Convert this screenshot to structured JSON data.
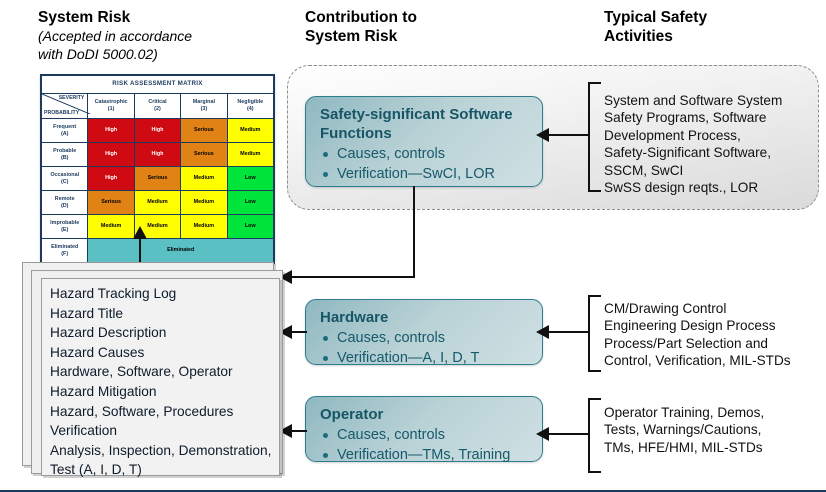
{
  "headings": {
    "system_risk": "System Risk",
    "system_risk_sub": "(Accepted in accordance\nwith DoDI 5000.02)",
    "contribution": "Contribution to\nSystem Risk",
    "typical": "Typical Safety\nActivities"
  },
  "matrix": {
    "title": "RISK ASSESSMENT MATRIX",
    "axis_severity": "SEVERITY",
    "axis_probability": "PROBABILITY",
    "columns": [
      "Catastrophic\n(1)",
      "Critical\n(2)",
      "Marginal\n(3)",
      "Negligible\n(4)"
    ],
    "rows": [
      {
        "label": "Frequent\n(A)",
        "cells": [
          "High",
          "High",
          "Serious",
          "Medium"
        ]
      },
      {
        "label": "Probable\n(B)",
        "cells": [
          "High",
          "High",
          "Serious",
          "Medium"
        ]
      },
      {
        "label": "Occasional\n(C)",
        "cells": [
          "High",
          "Serious",
          "Medium",
          "Low"
        ]
      },
      {
        "label": "Remote\n(D)",
        "cells": [
          "Serious",
          "Medium",
          "Medium",
          "Low"
        ]
      },
      {
        "label": "Improbable\n(E)",
        "cells": [
          "Medium",
          "Medium",
          "Medium",
          "Low"
        ]
      }
    ],
    "eliminated_row": {
      "label": "Eliminated\n(F)",
      "value": "Eliminated"
    }
  },
  "boxes": {
    "ssf": {
      "title": "Safety-significant Software Functions",
      "bullets": [
        "Causes, controls",
        "Verification—SwCI, LOR"
      ]
    },
    "hardware": {
      "title": "Hardware",
      "bullets": [
        "Causes, controls",
        "Verification—A, I, D, T"
      ]
    },
    "operator": {
      "title": "Operator",
      "bullets": [
        "Causes, controls",
        "Verification—TMs, Training"
      ]
    }
  },
  "activities": {
    "software": "System and Software System\nSafety Programs, Software\nDevelopment Process,\nSafety-Significant Software,\nSSCM, SwCI\nSwSS design reqts., LOR",
    "hardware": "CM/Drawing Control\nEngineering Design Process\nProcess/Part Selection and\nControl, Verification, MIL-STDs",
    "operator": "Operator Training, Demos,\nTests, Warnings/Cautions,\nTMs, HFE/HMI, MIL-STDs"
  },
  "hazard_log": {
    "text": "Hazard Tracking Log\nHazard Title\nHazard Description\nHazard Causes\n   Hardware, Software, Operator\nHazard Mitigation\n   Hazard, Software, Procedures\nVerification\n   Analysis, Inspection, Demonstration,\n   Test (A, I, D, T)"
  },
  "colors": {
    "high": "#cf0a12",
    "serious": "#e08214",
    "medium": "#ffff00",
    "low": "#00e53c",
    "eliminated": "#5bc0c4",
    "teal_border": "#2e7d8c",
    "teal_text": "#16596b"
  }
}
